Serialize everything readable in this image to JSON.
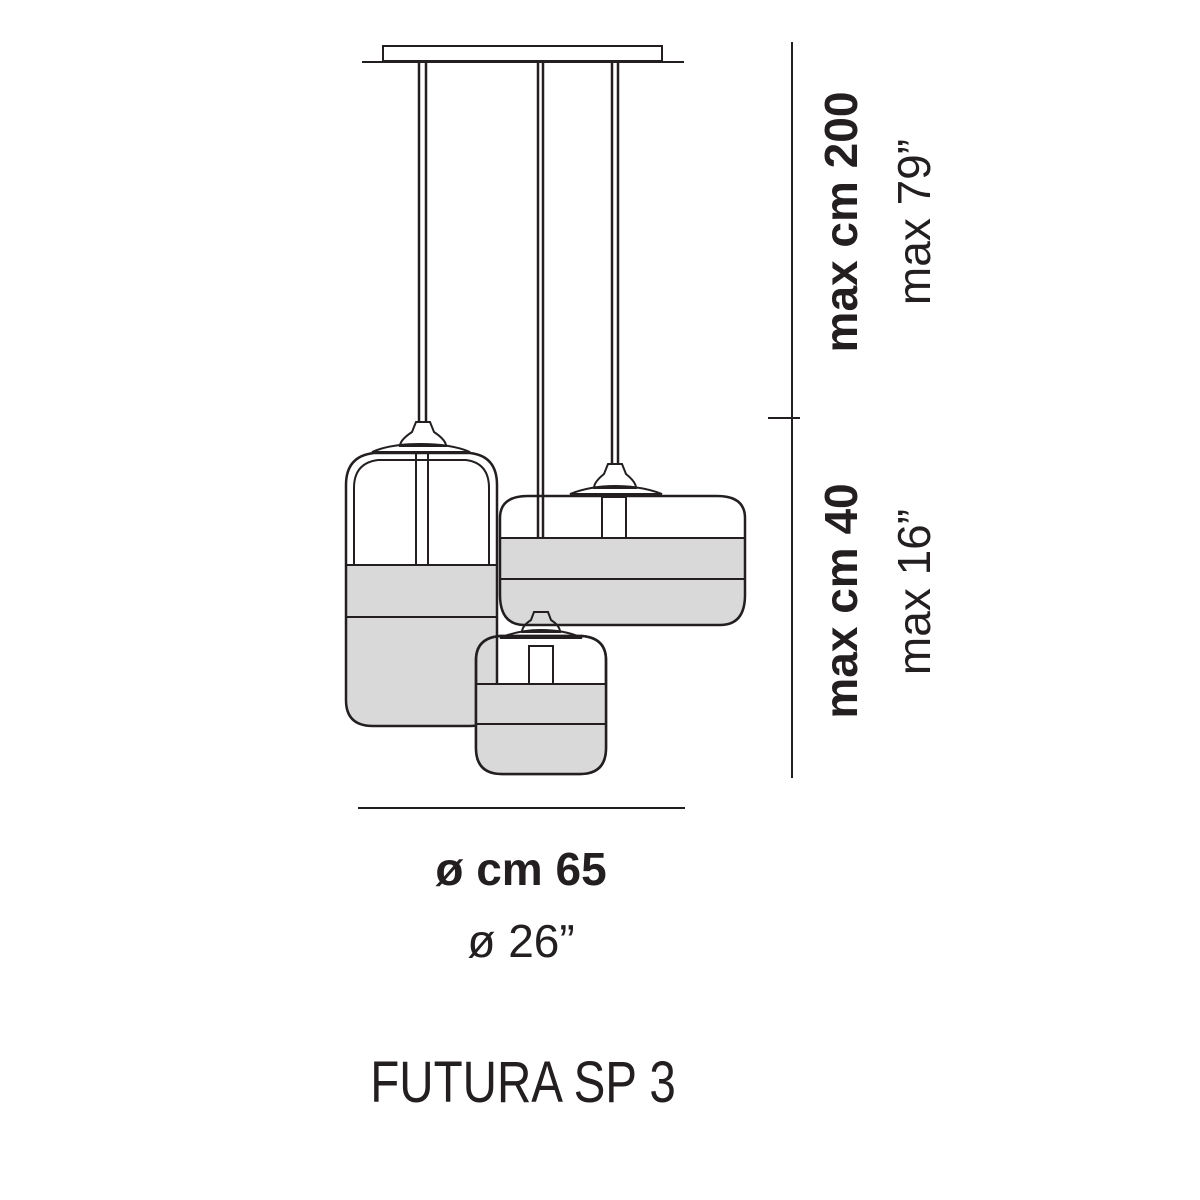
{
  "dimensions": {
    "height_total_metric": "max cm 200",
    "height_total_imperial": "max 79”",
    "height_lamp_metric": "max cm 40",
    "height_lamp_imperial": "max 16”",
    "diameter_metric": "ø cm 65",
    "diameter_imperial": "ø 26”"
  },
  "product": {
    "name": "FUTURA SP 3"
  },
  "colors": {
    "ink": "#231f20",
    "background": "#ffffff",
    "glass_band": "#d9d9d9"
  }
}
